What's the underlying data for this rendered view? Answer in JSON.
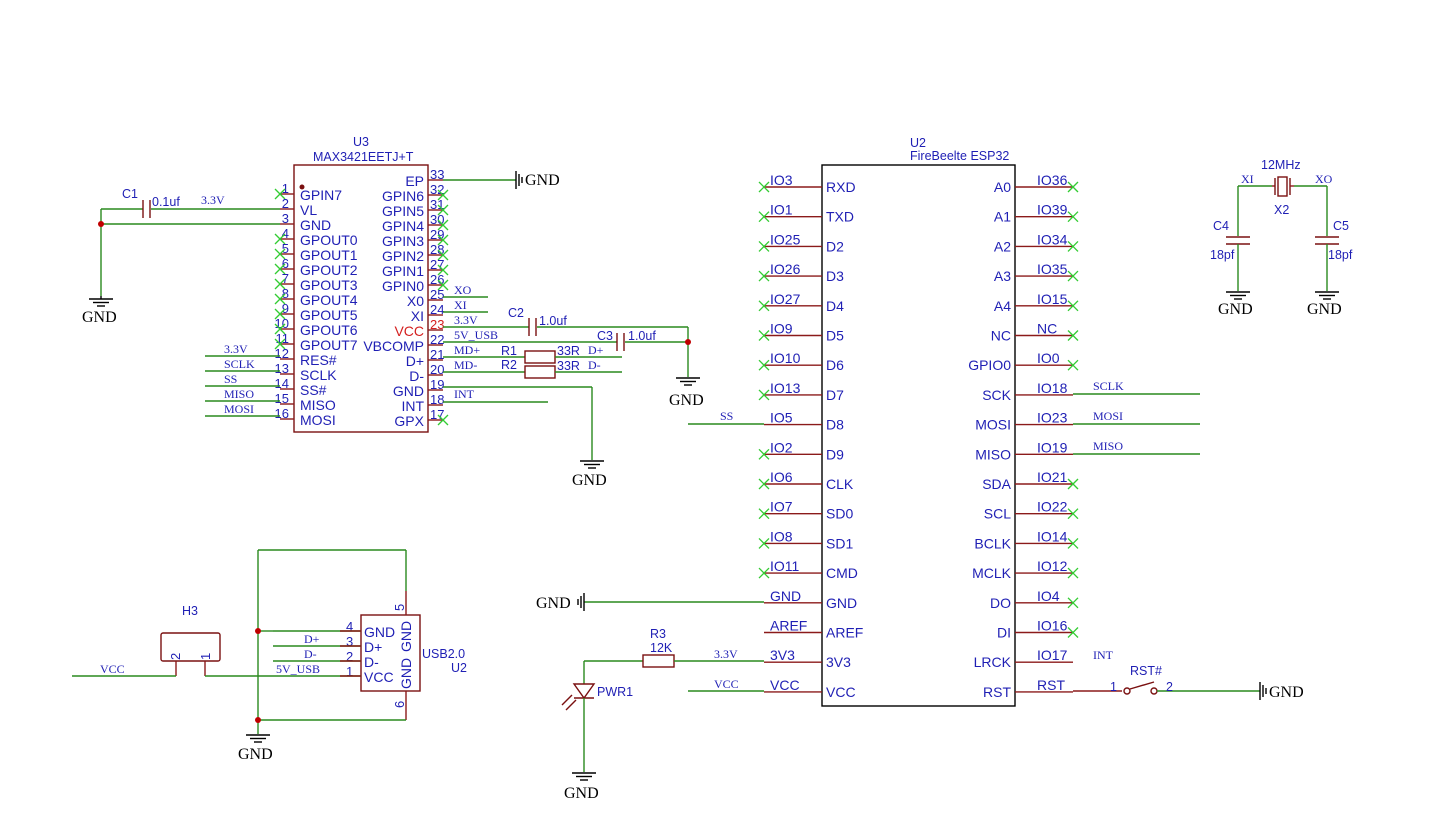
{
  "u3": {
    "ref": "U3",
    "part": "MAX3421EETJ+T",
    "left_pins": [
      {
        "num": "1",
        "name": "GPIN7"
      },
      {
        "num": "2",
        "name": "VL"
      },
      {
        "num": "3",
        "name": "GND"
      },
      {
        "num": "4",
        "name": "GPOUT0"
      },
      {
        "num": "5",
        "name": "GPOUT1"
      },
      {
        "num": "6",
        "name": "GPOUT2"
      },
      {
        "num": "7",
        "name": "GPOUT3"
      },
      {
        "num": "8",
        "name": "GPOUT4"
      },
      {
        "num": "9",
        "name": "GPOUT5"
      },
      {
        "num": "10",
        "name": "GPOUT6"
      },
      {
        "num": "11",
        "name": "GPOUT7"
      },
      {
        "num": "12",
        "name": "RES#"
      },
      {
        "num": "13",
        "name": "SCLK"
      },
      {
        "num": "14",
        "name": "SS#"
      },
      {
        "num": "15",
        "name": "MISO"
      },
      {
        "num": "16",
        "name": "MOSI"
      }
    ],
    "right_pins": [
      {
        "num": "33",
        "name": "EP"
      },
      {
        "num": "32",
        "name": "GPIN6"
      },
      {
        "num": "31",
        "name": "GPIN5"
      },
      {
        "num": "30",
        "name": "GPIN4"
      },
      {
        "num": "29",
        "name": "GPIN3"
      },
      {
        "num": "28",
        "name": "GPIN2"
      },
      {
        "num": "27",
        "name": "GPIN1"
      },
      {
        "num": "26",
        "name": "GPIN0"
      },
      {
        "num": "25",
        "name": "X0"
      },
      {
        "num": "24",
        "name": "XI"
      },
      {
        "num": "23",
        "name": "VCC"
      },
      {
        "num": "22",
        "name": "VBCOMP"
      },
      {
        "num": "21",
        "name": "D+"
      },
      {
        "num": "20",
        "name": "D-"
      },
      {
        "num": "19",
        "name": "GND"
      },
      {
        "num": "18",
        "name": "INT"
      },
      {
        "num": "17",
        "name": "GPX"
      }
    ],
    "left_nets": [
      "3.3V",
      "SCLK",
      "SS",
      "MISO",
      "MOSI"
    ],
    "right_nets": {
      "xo": "XO",
      "xi": "XI",
      "v33": "3.3V",
      "vusb": "5V_USB",
      "mdp": "MD+",
      "mdm": "MD-",
      "int": "INT",
      "dp": "D+",
      "dm": "D-"
    }
  },
  "c1": {
    "ref": "C1",
    "value": "0.1uf",
    "net": "3.3V"
  },
  "c2": {
    "ref": "C2",
    "value": "1.0uf"
  },
  "c3": {
    "ref": "C3",
    "value": "1.0uf"
  },
  "r1": {
    "ref": "R1",
    "value": "33R"
  },
  "r2": {
    "ref": "R2",
    "value": "33R"
  },
  "gnd_label": "GND",
  "u2": {
    "ref": "U2",
    "part": "FireBeelte ESP32",
    "left_pins": [
      {
        "net": "IO3",
        "name": "RXD"
      },
      {
        "net": "IO1",
        "name": "TXD"
      },
      {
        "net": "IO25",
        "name": "D2"
      },
      {
        "net": "IO26",
        "name": "D3"
      },
      {
        "net": "IO27",
        "name": "D4"
      },
      {
        "net": "IO9",
        "name": "D5"
      },
      {
        "net": "IO10",
        "name": "D6"
      },
      {
        "net": "IO13",
        "name": "D7"
      },
      {
        "net": "IO5",
        "name": "D8"
      },
      {
        "net": "IO2",
        "name": "D9"
      },
      {
        "net": "IO6",
        "name": "CLK"
      },
      {
        "net": "IO7",
        "name": "SD0"
      },
      {
        "net": "IO8",
        "name": "SD1"
      },
      {
        "net": "IO11",
        "name": "CMD"
      },
      {
        "net": "GND",
        "name": "GND"
      },
      {
        "net": "AREF",
        "name": "AREF"
      },
      {
        "net": "3V3",
        "name": "3V3"
      },
      {
        "net": "VCC",
        "name": "VCC"
      }
    ],
    "right_pins": [
      {
        "net": "IO36",
        "name": "A0"
      },
      {
        "net": "IO39",
        "name": "A1"
      },
      {
        "net": "IO34",
        "name": "A2"
      },
      {
        "net": "IO35",
        "name": "A3"
      },
      {
        "net": "IO15",
        "name": "A4"
      },
      {
        "net": "NC",
        "name": "NC"
      },
      {
        "net": "IO0",
        "name": "GPIO0"
      },
      {
        "net": "IO18",
        "name": "SCK"
      },
      {
        "net": "IO23",
        "name": "MOSI"
      },
      {
        "net": "IO19",
        "name": "MISO"
      },
      {
        "net": "IO21",
        "name": "SDA"
      },
      {
        "net": "IO22",
        "name": "SCL"
      },
      {
        "net": "IO14",
        "name": "BCLK"
      },
      {
        "net": "IO12",
        "name": "MCLK"
      },
      {
        "net": "IO4",
        "name": "DO"
      },
      {
        "net": "IO16",
        "name": "DI"
      },
      {
        "net": "IO17",
        "name": "LRCK"
      },
      {
        "net": "RST",
        "name": "RST"
      }
    ],
    "nets": {
      "ss": "SS",
      "sclk": "SCLK",
      "mosi": "MOSI",
      "miso": "MISO",
      "int": "INT",
      "v33": "3.3V",
      "vcc": "VCC"
    }
  },
  "x2": {
    "ref": "X2",
    "value": "12MHz",
    "xi": "XI",
    "xo": "XO"
  },
  "c4": {
    "ref": "C4",
    "value": "18pf"
  },
  "c5": {
    "ref": "C5",
    "value": "18pf"
  },
  "r3": {
    "ref": "R3",
    "value": "12K"
  },
  "pwr1": {
    "ref": "PWR1"
  },
  "rst_sw": {
    "ref": "RST#",
    "pin1": "1",
    "pin2": "2"
  },
  "h3": {
    "ref": "H3",
    "pin2": "2",
    "pin1": "1",
    "net": "VCC"
  },
  "usb": {
    "ref": "U2",
    "part": "USB2.0",
    "pins": [
      {
        "num": "4",
        "name": "GND"
      },
      {
        "num": "3",
        "name": "D+"
      },
      {
        "num": "2",
        "name": "D-"
      },
      {
        "num": "1",
        "name": "VCC"
      }
    ],
    "pin5": "5",
    "pin6": "6",
    "gnd_top": "GND",
    "gnd_bot": "GND",
    "nets": {
      "dp": "D+",
      "dm": "D-",
      "vusb": "5V_USB"
    }
  }
}
